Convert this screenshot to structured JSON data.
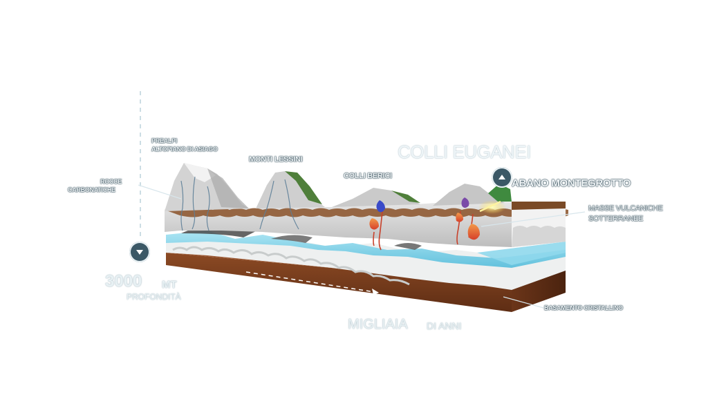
{
  "labels": {
    "prealpi": "PREALPI",
    "altopiano": "ALTOPIANO DI ASIAGO",
    "rocce": "ROCCE",
    "carbonatiche": "CARBONATICHE",
    "monti_lessini": "MONTI LESSINI",
    "colli_berici": "COLLI BERICI",
    "colli_euganei": "COLLI EUGANEI",
    "abano": "ABANO MONTEGROTTO",
    "masse_1": "MASSE VULCANICHE",
    "masse_2": "SOTTERRANEE",
    "depth_value": "3000",
    "depth_unit": "MT",
    "depth_caption": "PROFONDITÀ",
    "time_main": "MIGLIAIA",
    "time_rest": "DI ANNI",
    "basamento": "BASAMENTO CRISTALLINO"
  },
  "icons": {
    "down_arrow": "arrow-down-icon",
    "up_arrow": "arrow-up-icon"
  },
  "colors": {
    "accent": "#3b5866",
    "water": "#7fd0e8",
    "soil": "#7a3f1e",
    "rock": "#c9c9c9",
    "vegetation": "#4f7f3a",
    "magma": "#e8643a"
  }
}
